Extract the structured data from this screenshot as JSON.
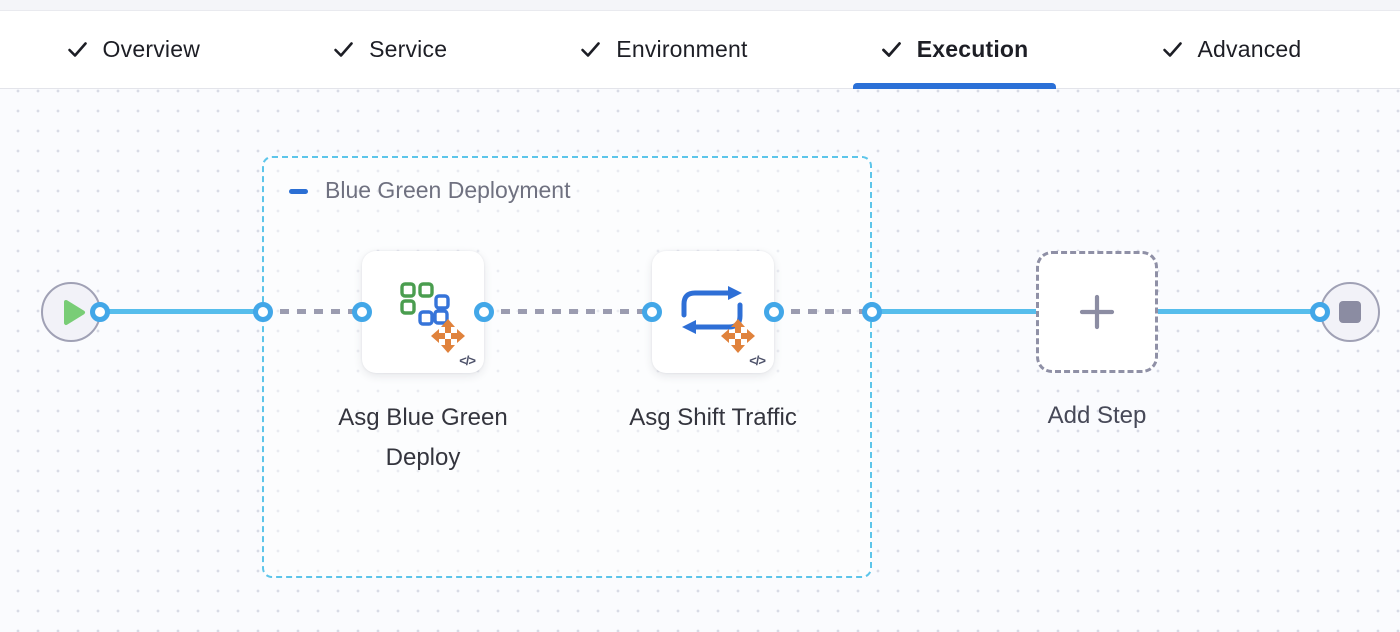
{
  "header": {
    "tabs": [
      {
        "label": "Overview",
        "icon": "checkmark-icon",
        "active": false
      },
      {
        "label": "Service",
        "icon": "checkmark-icon",
        "active": false
      },
      {
        "label": "Environment",
        "icon": "checkmark-icon",
        "active": false
      },
      {
        "label": "Execution",
        "icon": "checkmark-icon",
        "active": true
      },
      {
        "label": "Advanced",
        "icon": "checkmark-icon",
        "active": false
      }
    ]
  },
  "canvas": {
    "start_node": {
      "icon": "play-icon"
    },
    "end_node": {
      "icon": "stop-icon"
    },
    "group": {
      "label": "Blue Green Deployment",
      "collapse_icon": "minus-icon"
    },
    "steps": [
      {
        "label": "Asg Blue Green Deploy",
        "icon": "asg-blue-green-deploy-icon",
        "move_icon": "move-arrows-icon",
        "code_badge": "</>"
      },
      {
        "label": "Asg Shift Traffic",
        "icon": "asg-shift-traffic-icon",
        "move_icon": "move-arrows-icon",
        "code_badge": "</>"
      }
    ],
    "add_step": {
      "label": "Add Step",
      "icon": "plus-icon"
    }
  },
  "colors": {
    "accent_blue": "#2b70d7",
    "connector_blue": "#56bdec",
    "port_ring_blue": "#42a7e8",
    "group_border_cyan": "#5cc5ea",
    "dashed_connector_gray": "#9b9cb0",
    "play_green": "#79cd76",
    "icon_orange": "#e0823c",
    "icon_square_green": "#4a9d4f",
    "icon_square_blue": "#3674d9",
    "cycle_arrow_blue": "#2e6fd6",
    "tab_text": "#1d1e25"
  }
}
